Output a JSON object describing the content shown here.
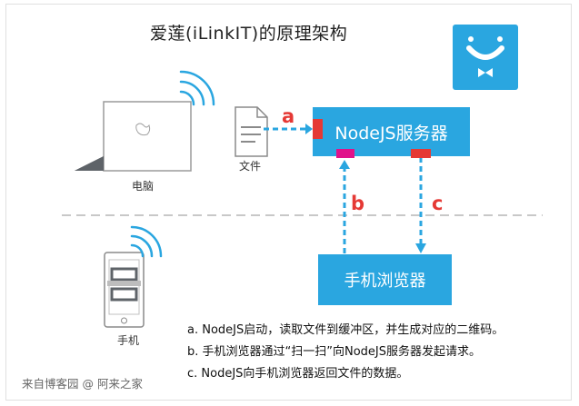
{
  "title": "爱莲(iLinkIT)的原理架构",
  "labels": {
    "computer": "电脑",
    "file": "文件",
    "phone": "手机"
  },
  "boxes": {
    "server": "NodeJS服务器",
    "browser": "手机浏览器"
  },
  "arrows": {
    "a": "a",
    "b": "b",
    "c": "c"
  },
  "notes": [
    "a. NodeJS启动，读取文件到缓冲区，并生成对应的二维码。",
    "b. 手机浏览器通过“扫一扫”向NodeJS服务器发起请求。",
    "c. NodeJS向手机浏览器返回文件的数据。"
  ],
  "footer": "来自博客园 @ 阿来之家",
  "colors": {
    "accent_blue": "#2aa6e0",
    "arrow_red": "#e53935",
    "port_magenta": "#e0128a",
    "line_gray": "#cccccc"
  },
  "icons": [
    "laptop-icon",
    "wifi-icon",
    "file-icon",
    "phone-icon",
    "logo-face-icon"
  ]
}
